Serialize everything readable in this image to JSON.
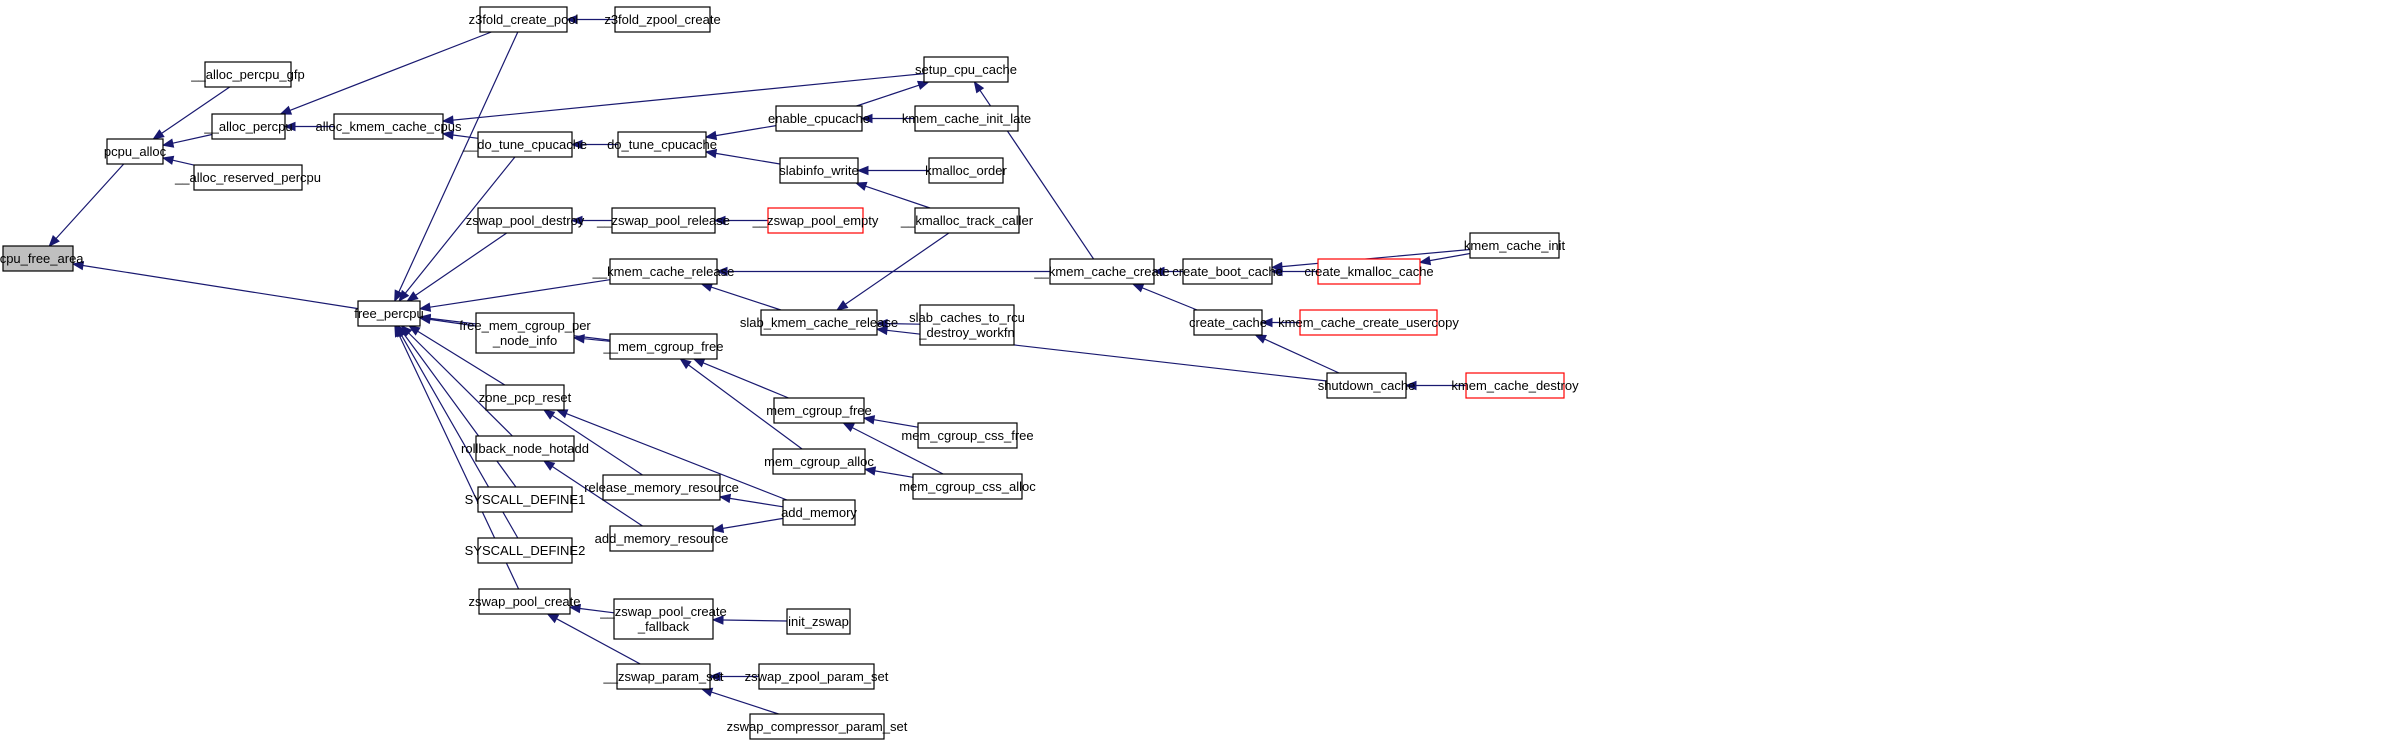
{
  "nodes": {
    "pcpu_free_area": {
      "label": [
        "pcpu_free_area"
      ],
      "focus": true
    },
    "pcpu_alloc": {
      "label": [
        "pcpu_alloc"
      ]
    },
    "free_percpu": {
      "label": [
        "free_percpu"
      ]
    },
    "alloc_percpu_gfp": {
      "label": [
        "__alloc_percpu_gfp"
      ]
    },
    "alloc_percpu": {
      "label": [
        "__alloc_percpu"
      ]
    },
    "alloc_reserved_percpu": {
      "label": [
        "__alloc_reserved_percpu"
      ]
    },
    "alloc_kmem_cache_cpus": {
      "label": [
        "alloc_kmem_cache_cpus"
      ]
    },
    "z3fold_create_pool": {
      "label": [
        "z3fold_create_pool"
      ]
    },
    "z3fold_zpool_create": {
      "label": [
        "z3fold_zpool_create"
      ]
    },
    "do_tune_cpucache_inner": {
      "label": [
        "__do_tune_cpucache"
      ]
    },
    "zswap_pool_destroy": {
      "label": [
        "zswap_pool_destroy"
      ]
    },
    "kmem_cache_release_inner": {
      "label": [
        "__kmem_cache_release"
      ]
    },
    "free_mem_cgroup_per_node_info": {
      "label": [
        "free_mem_cgroup_per",
        "_node_info"
      ]
    },
    "mem_cgroup_free_inner": {
      "label": [
        "__mem_cgroup_free"
      ]
    },
    "zone_pcp_reset": {
      "label": [
        "zone_pcp_reset"
      ]
    },
    "rollback_node_hotadd": {
      "label": [
        "rollback_node_hotadd"
      ]
    },
    "syscall_define1": {
      "label": [
        "SYSCALL_DEFINE1"
      ]
    },
    "syscall_define2": {
      "label": [
        "SYSCALL_DEFINE2"
      ]
    },
    "zswap_pool_create": {
      "label": [
        "zswap_pool_create"
      ]
    },
    "setup_cpu_cache": {
      "label": [
        "setup_cpu_cache"
      ]
    },
    "do_tune_cpucache": {
      "label": [
        "do_tune_cpucache"
      ]
    },
    "enable_cpucache": {
      "label": [
        "enable_cpucache"
      ]
    },
    "kmem_cache_init_late": {
      "label": [
        "kmem_cache_init_late"
      ]
    },
    "slabinfo_write": {
      "label": [
        "slabinfo_write"
      ]
    },
    "kmalloc_order": {
      "label": [
        "kmalloc_order"
      ]
    },
    "kmalloc_track_caller": {
      "label": [
        "__kmalloc_track_caller"
      ]
    },
    "zswap_pool_release": {
      "label": [
        "__zswap_pool_release"
      ]
    },
    "zswap_pool_empty": {
      "label": [
        "__zswap_pool_empty"
      ],
      "truncated": true
    },
    "kmem_cache_create_inner": {
      "label": [
        "__kmem_cache_create"
      ]
    },
    "slab_kmem_cache_release": {
      "label": [
        "slab_kmem_cache_release"
      ]
    },
    "slab_caches_to_rcu_destroy_workfn": {
      "label": [
        "slab_caches_to_rcu",
        "_destroy_workfn"
      ]
    },
    "create_boot_cache": {
      "label": [
        "create_boot_cache"
      ]
    },
    "create_kmalloc_cache": {
      "label": [
        "create_kmalloc_cache"
      ],
      "truncated": true
    },
    "kmem_cache_init": {
      "label": [
        "kmem_cache_init"
      ]
    },
    "create_cache": {
      "label": [
        "create_cache"
      ]
    },
    "kmem_cache_create_usercopy": {
      "label": [
        "kmem_cache_create_usercopy"
      ],
      "truncated": true
    },
    "shutdown_cache": {
      "label": [
        "shutdown_cache"
      ]
    },
    "kmem_cache_destroy": {
      "label": [
        "kmem_cache_destroy"
      ],
      "truncated": true
    },
    "mem_cgroup_free": {
      "label": [
        "mem_cgroup_free"
      ]
    },
    "mem_cgroup_alloc": {
      "label": [
        "mem_cgroup_alloc"
      ]
    },
    "mem_cgroup_css_free": {
      "label": [
        "mem_cgroup_css_free"
      ]
    },
    "mem_cgroup_css_alloc": {
      "label": [
        "mem_cgroup_css_alloc"
      ]
    },
    "release_memory_resource": {
      "label": [
        "release_memory_resource"
      ]
    },
    "add_memory_resource": {
      "label": [
        "add_memory_resource"
      ]
    },
    "add_memory": {
      "label": [
        "add_memory"
      ]
    },
    "zswap_pool_create_fallback": {
      "label": [
        "__zswap_pool_create",
        "_fallback"
      ]
    },
    "init_zswap": {
      "label": [
        "init_zswap"
      ]
    },
    "zswap_param_set": {
      "label": [
        "__zswap_param_set"
      ]
    },
    "zswap_zpool_param_set": {
      "label": [
        "zswap_zpool_param_set"
      ]
    },
    "zswap_compressor_param_set": {
      "label": [
        "zswap_compressor_param_set"
      ]
    }
  },
  "edges": [
    [
      "pcpu_alloc",
      "pcpu_free_area"
    ],
    [
      "free_percpu",
      "pcpu_free_area"
    ],
    [
      "alloc_percpu_gfp",
      "pcpu_alloc"
    ],
    [
      "alloc_percpu",
      "pcpu_alloc"
    ],
    [
      "alloc_reserved_percpu",
      "pcpu_alloc"
    ],
    [
      "alloc_kmem_cache_cpus",
      "alloc_percpu"
    ],
    [
      "z3fold_create_pool",
      "alloc_percpu"
    ],
    [
      "setup_cpu_cache",
      "alloc_kmem_cache_cpus"
    ],
    [
      "do_tune_cpucache_inner",
      "alloc_kmem_cache_cpus"
    ],
    [
      "z3fold_zpool_create",
      "z3fold_create_pool"
    ],
    [
      "z3fold_create_pool",
      "free_percpu"
    ],
    [
      "do_tune_cpucache_inner",
      "free_percpu"
    ],
    [
      "zswap_pool_destroy",
      "free_percpu"
    ],
    [
      "kmem_cache_release_inner",
      "free_percpu"
    ],
    [
      "free_mem_cgroup_per_node_info",
      "free_percpu"
    ],
    [
      "mem_cgroup_free_inner",
      "free_percpu"
    ],
    [
      "zone_pcp_reset",
      "free_percpu"
    ],
    [
      "rollback_node_hotadd",
      "free_percpu"
    ],
    [
      "syscall_define1",
      "free_percpu"
    ],
    [
      "syscall_define2",
      "free_percpu"
    ],
    [
      "zswap_pool_create",
      "free_percpu"
    ],
    [
      "do_tune_cpucache",
      "do_tune_cpucache_inner"
    ],
    [
      "enable_cpucache",
      "do_tune_cpucache"
    ],
    [
      "slabinfo_write",
      "do_tune_cpucache"
    ],
    [
      "enable_cpucache",
      "setup_cpu_cache"
    ],
    [
      "kmem_cache_init_late",
      "enable_cpucache"
    ],
    [
      "kmalloc_order",
      "slabinfo_write"
    ],
    [
      "kmalloc_track_caller",
      "slabinfo_write"
    ],
    [
      "zswap_pool_release",
      "zswap_pool_destroy"
    ],
    [
      "zswap_pool_empty",
      "zswap_pool_release"
    ],
    [
      "kmem_cache_create_inner",
      "setup_cpu_cache"
    ],
    [
      "kmem_cache_create_inner",
      "kmem_cache_release_inner"
    ],
    [
      "slab_kmem_cache_release",
      "kmem_cache_release_inner"
    ],
    [
      "kmalloc_track_caller",
      "slab_kmem_cache_release"
    ],
    [
      "slab_caches_to_rcu_destroy_workfn",
      "slab_kmem_cache_release"
    ],
    [
      "shutdown_cache",
      "slab_kmem_cache_release"
    ],
    [
      "create_boot_cache",
      "kmem_cache_create_inner"
    ],
    [
      "create_cache",
      "kmem_cache_create_inner"
    ],
    [
      "create_kmalloc_cache",
      "create_boot_cache"
    ],
    [
      "kmem_cache_init",
      "create_boot_cache"
    ],
    [
      "kmem_cache_init",
      "create_kmalloc_cache"
    ],
    [
      "kmem_cache_create_usercopy",
      "create_cache"
    ],
    [
      "shutdown_cache",
      "create_cache"
    ],
    [
      "kmem_cache_destroy",
      "shutdown_cache"
    ],
    [
      "mem_cgroup_free_inner",
      "free_mem_cgroup_per_node_info"
    ],
    [
      "mem_cgroup_free",
      "mem_cgroup_free_inner"
    ],
    [
      "mem_cgroup_alloc",
      "mem_cgroup_free_inner"
    ],
    [
      "mem_cgroup_css_free",
      "mem_cgroup_free"
    ],
    [
      "mem_cgroup_css_alloc",
      "mem_cgroup_free"
    ],
    [
      "mem_cgroup_css_alloc",
      "mem_cgroup_alloc"
    ],
    [
      "add_memory",
      "zone_pcp_reset"
    ],
    [
      "release_memory_resource",
      "zone_pcp_reset"
    ],
    [
      "add_memory",
      "release_memory_resource"
    ],
    [
      "add_memory_resource",
      "rollback_node_hotadd"
    ],
    [
      "add_memory",
      "add_memory_resource"
    ],
    [
      "zswap_pool_create_fallback",
      "zswap_pool_create"
    ],
    [
      "zswap_param_set",
      "zswap_pool_create"
    ],
    [
      "init_zswap",
      "zswap_pool_create_fallback"
    ],
    [
      "zswap_zpool_param_set",
      "zswap_param_set"
    ],
    [
      "zswap_compressor_param_set",
      "zswap_param_set"
    ]
  ]
}
